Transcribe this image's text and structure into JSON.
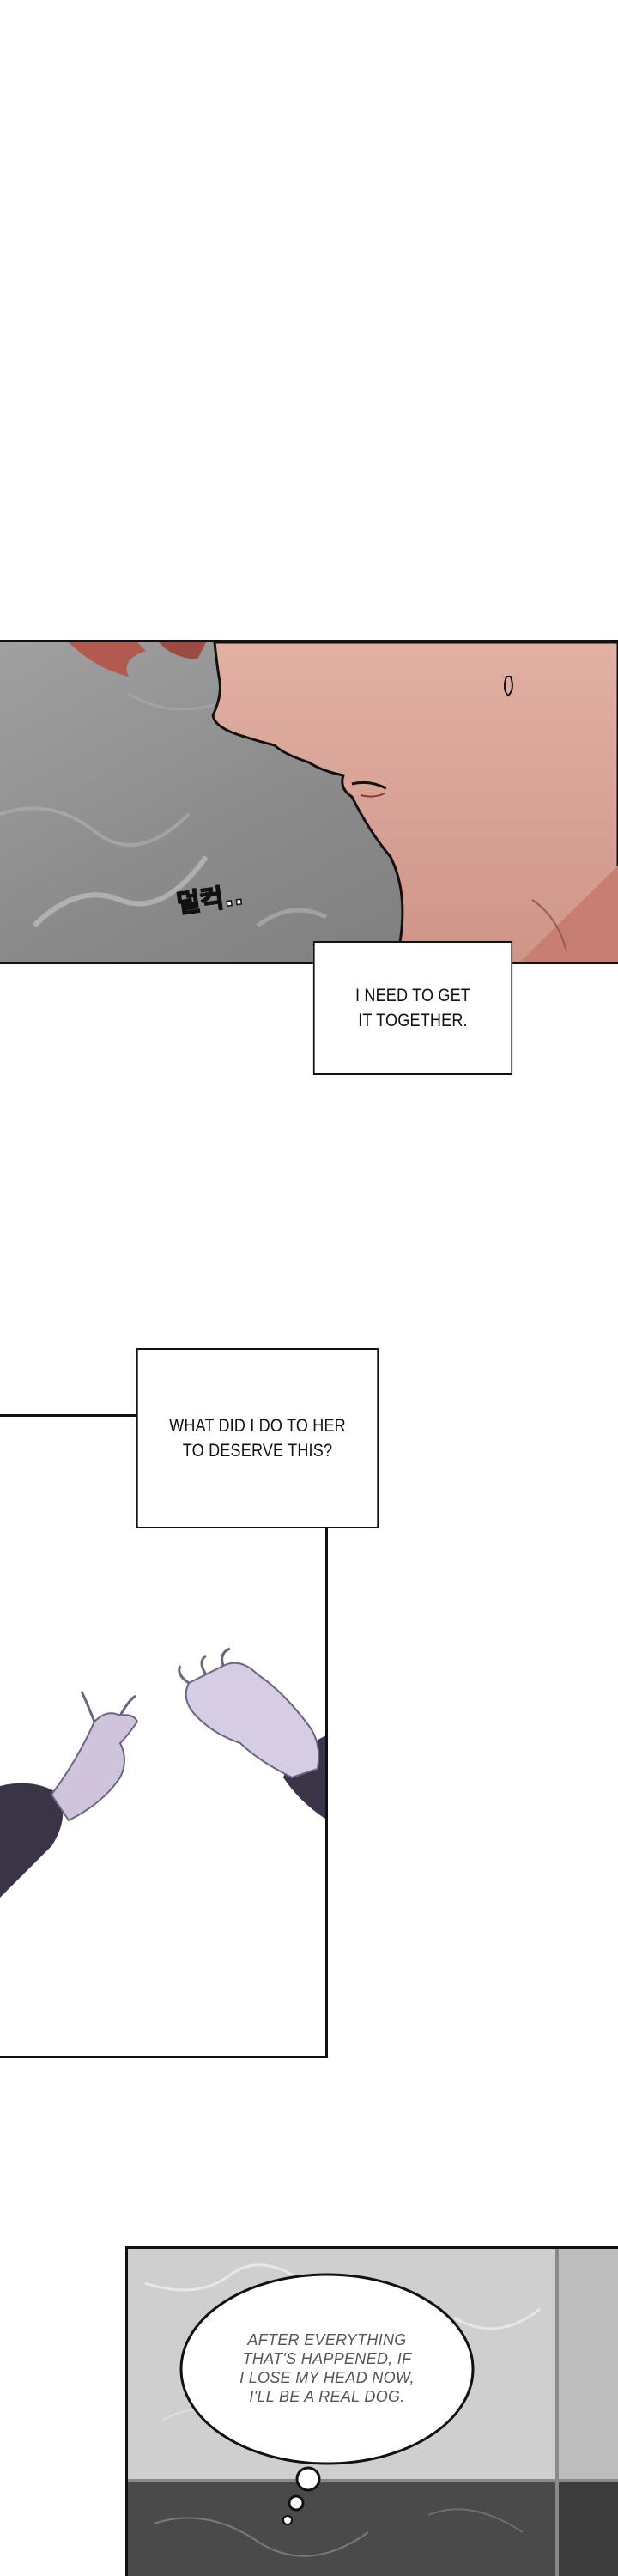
{
  "captions": {
    "get_together": "I NEED TO GET\nIT TOGETHER.",
    "deserve": "WHAT DID I DO TO HER\nTO DESERVE THIS?"
  },
  "bubble": {
    "text": "AFTER EVERYTHING\nTHAT'S HAPPENED, IF\nI LOSE MY HEAD NOW,\nI'LL BE A REAL DOG."
  },
  "sfx": {
    "text": "덜컥.."
  },
  "colors": {
    "page": "#ffffff",
    "ink": "#111111",
    "skin": "#d9a49a",
    "hair": "#b35a50",
    "marble": "#8e8e8e",
    "sleeve": "#3a3446"
  }
}
